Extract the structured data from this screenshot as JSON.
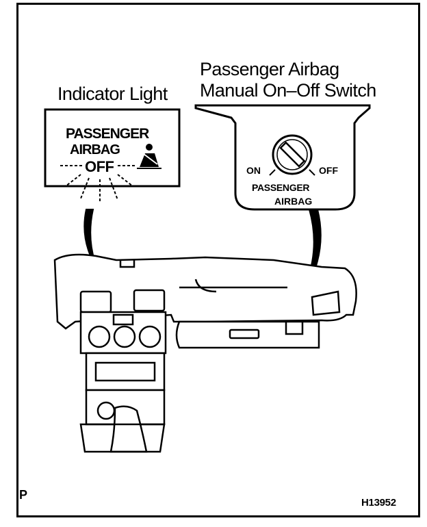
{
  "labels": {
    "indicator_light": "Indicator Light",
    "switch_line1": "Passenger Airbag",
    "switch_line2": "Manual On–Off Switch"
  },
  "indicator_panel": {
    "line1": "PASSENGER",
    "line2": "AIRBAG",
    "line3": "OFF",
    "icon": "seatbelt-passenger-icon"
  },
  "switch_panel": {
    "on_label": "ON",
    "off_label": "OFF",
    "line1": "PASSENGER",
    "line2": "AIRBAG",
    "icon": "key-switch-icon"
  },
  "corner_mark": "P",
  "figure_code": "H13952"
}
